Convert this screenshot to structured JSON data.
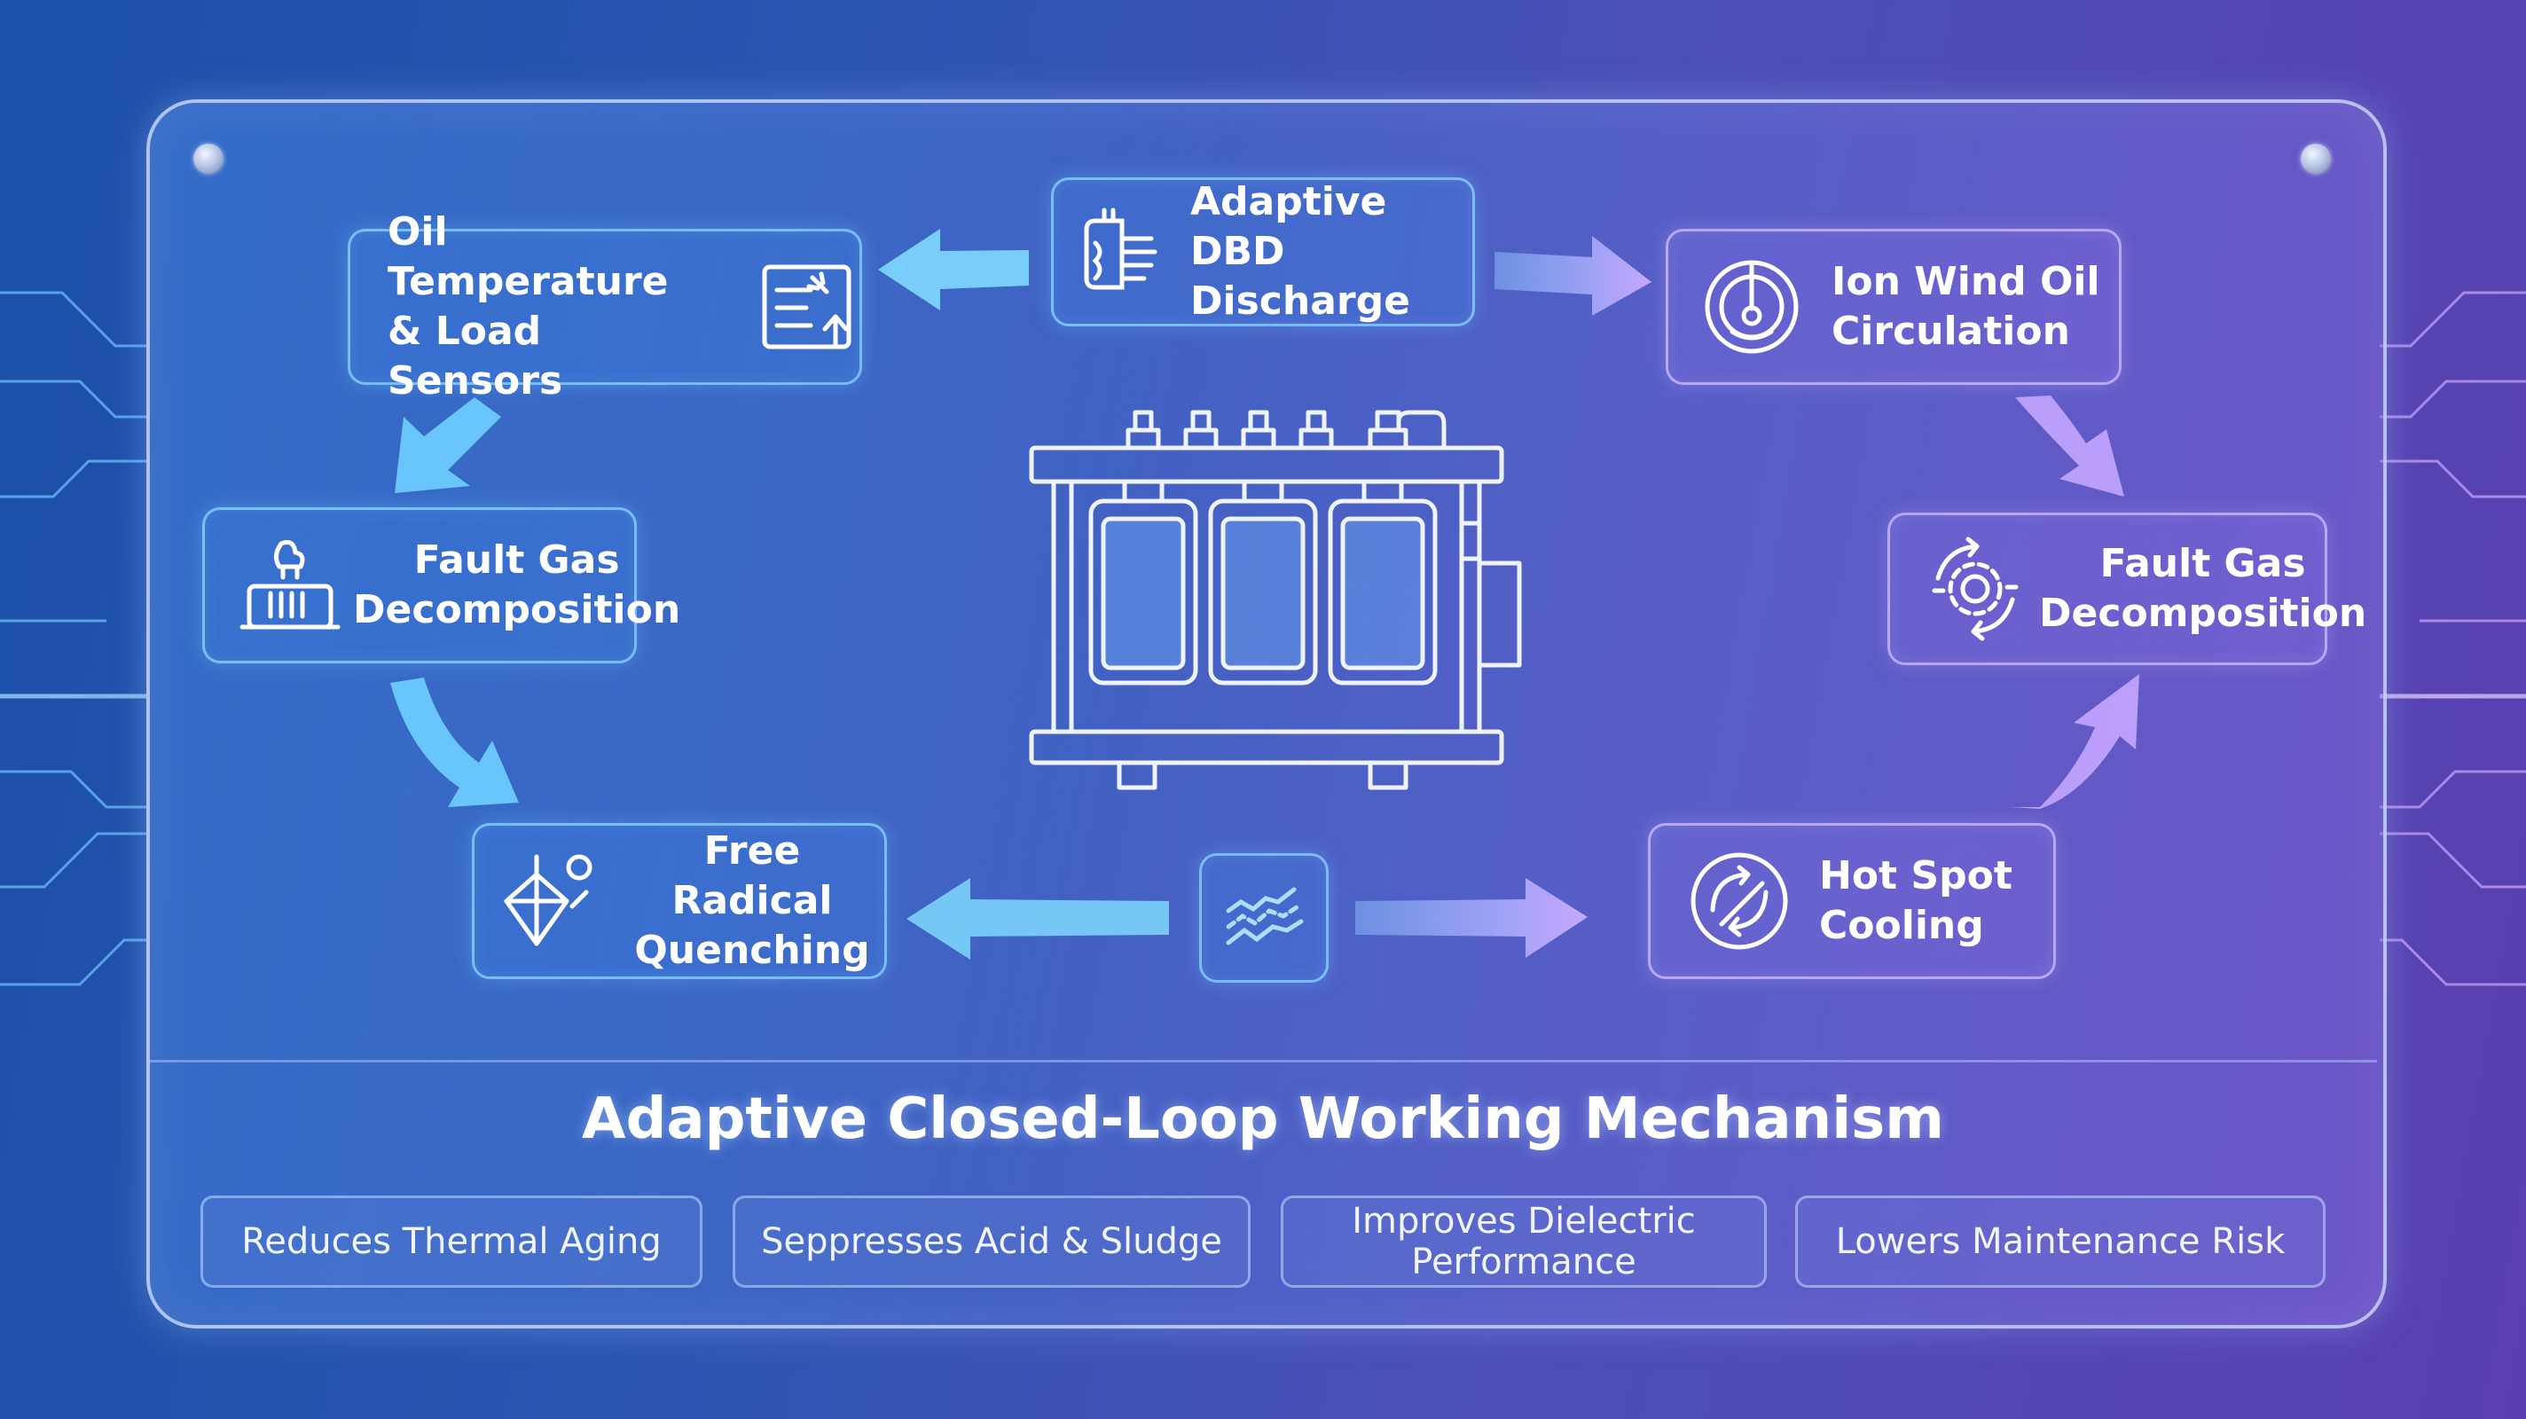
{
  "title": "Adaptive Closed-Loop Working Mechanism",
  "colors": {
    "background_left": "#1b4fa8",
    "background_right": "#5a3fb0",
    "node_border_blue": "#82cdff",
    "node_border_violet": "#c8b4ff",
    "arrow_blue": "#6fd0ff",
    "arrow_violet": "#b79cff",
    "text": "#ffffff"
  },
  "nodes": {
    "dbd": {
      "label": "Adaptive DBD\nDischarge",
      "icon": "plasma-electrode-icon"
    },
    "sensors": {
      "label": "Oil Temperature\n& Load Sensors",
      "icon": "sensor-monitor-icon"
    },
    "ion_wind": {
      "label": "Ion Wind Oil\nCirculation",
      "icon": "ion-wind-icon"
    },
    "fault_gas_left": {
      "label": "Fault Gas\nDecomposition",
      "icon": "gas-flask-icon"
    },
    "fault_gas_right": {
      "label": "Fault Gas\nDecomposition",
      "icon": "gear-cycle-icon"
    },
    "radical": {
      "label": "Free Radical\nQuenching",
      "icon": "molecule-icon"
    },
    "hot_spot": {
      "label": "Hot Spot\nCooling",
      "icon": "cooling-cycle-icon"
    },
    "center": {
      "icon": "wave-signal-icon"
    }
  },
  "transformer": {
    "icon": "transformer-icon"
  },
  "benefits": [
    "Reduces Thermal Aging",
    "Seppresses Acid & Sludge",
    "Improves Dielectric\nPerformance",
    "Lowers Maintenance Risk"
  ]
}
